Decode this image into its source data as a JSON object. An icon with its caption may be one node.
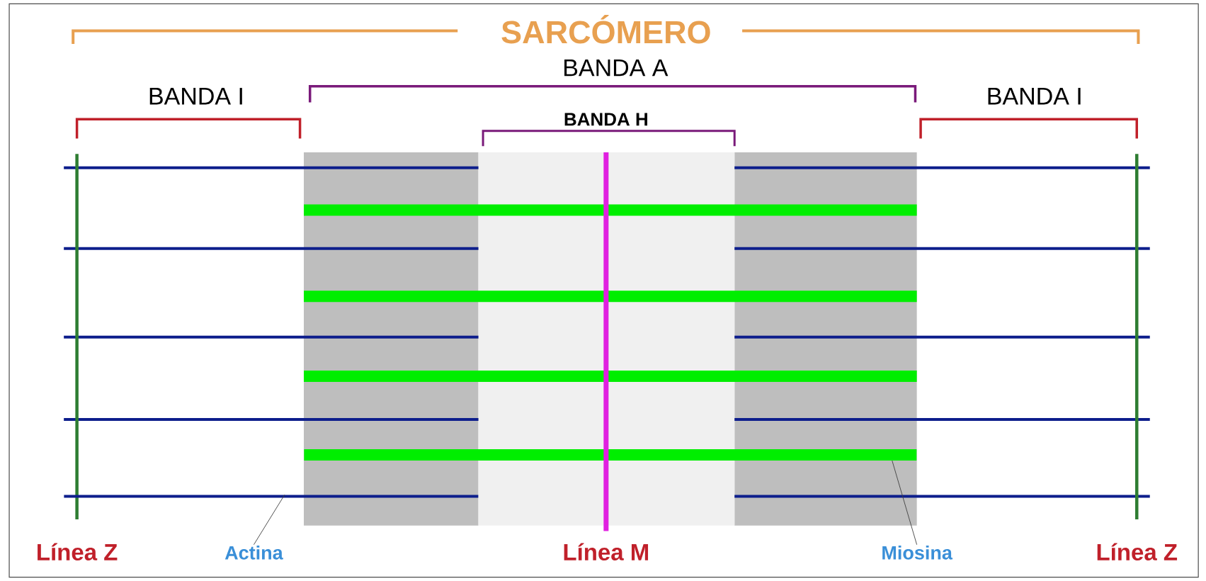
{
  "diagram": {
    "nodes": [
      {
        "text": [
          "Actina"
        ]
      },
      {
        "text": [],
        "shape": "bar"
      },
      {
        "text": [
          "Miosina"
        ]
      },
      {
        "text": [],
        "shape": "bar"
      }
    ],
    "edges": [
      {
        "from": 0,
        "to": 1,
        "arrow": "none"
      },
      {
        "from": 2,
        "to": 3,
        "arrow": "none"
      }
    ],
    "labels": [
      "SARCÓMERO",
      "BANDA I",
      "BANDA A",
      "BANDA I",
      "BANDA H",
      "Línea Z",
      "Línea M",
      "Línea Z"
    ]
  }
}
